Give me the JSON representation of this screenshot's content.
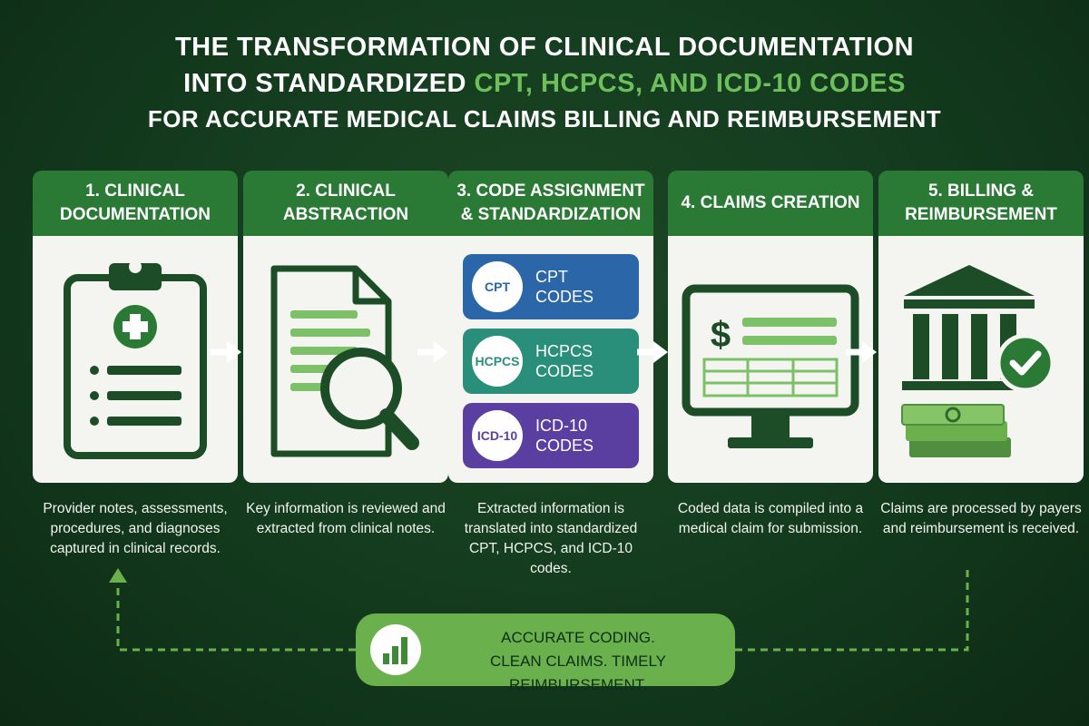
{
  "title": {
    "line1": "The Transformation of Clinical Documentation",
    "line2_prefix": "into Standardized ",
    "line2_accent": "CPT, HCPCS, and ICD-10 Codes",
    "line3": "for Accurate Medical Claims Billing and Reimbursement"
  },
  "steps": [
    {
      "header": "1. Clinical Documentation",
      "icon": "clipboard-medical-icon",
      "description": "Provider notes, assessments, procedures, and diagnoses captured in clinical records."
    },
    {
      "header": "2. Clinical Abstraction",
      "icon": "document-magnifier-icon",
      "description": "Key information is reviewed and extracted from clinical notes."
    },
    {
      "header": "3. Code Assignment & Standardization",
      "icon": "code-badges",
      "description": "Extracted information is translated into standardized CPT, HCPCS, and ICD-10 codes."
    },
    {
      "header": "4. Claims Creation",
      "icon": "monitor-claim-icon",
      "description": "Coded data is compiled into a medical claim for submission."
    },
    {
      "header": "5. Billing & Reimbursement",
      "icon": "bank-payment-icon",
      "description": "Claims are processed by payers and reimbursement is received."
    }
  ],
  "code_badges": [
    {
      "abbr": "CPT",
      "label_line1": "CPT",
      "label_line2": "Codes",
      "color": "#2a66a8"
    },
    {
      "abbr": "HCPCS",
      "label_line1": "HCPCS",
      "label_line2": "Codes",
      "color": "#2a8f7a"
    },
    {
      "abbr": "ICD-10",
      "label_line1": "ICD-10",
      "label_line2": "Codes",
      "color": "#5b3fa0"
    }
  ],
  "feedback": {
    "line1": "Accurate Coding.",
    "line2": "Clean Claims. Timely Reimbursement.",
    "icon": "bar-chart-icon"
  },
  "colors": {
    "background": "#133a1d",
    "header_green": "#2a7a36",
    "accent_green": "#6cbf5a",
    "icon_dark_green": "#1d4d26",
    "pill_green": "#6ab04c"
  }
}
